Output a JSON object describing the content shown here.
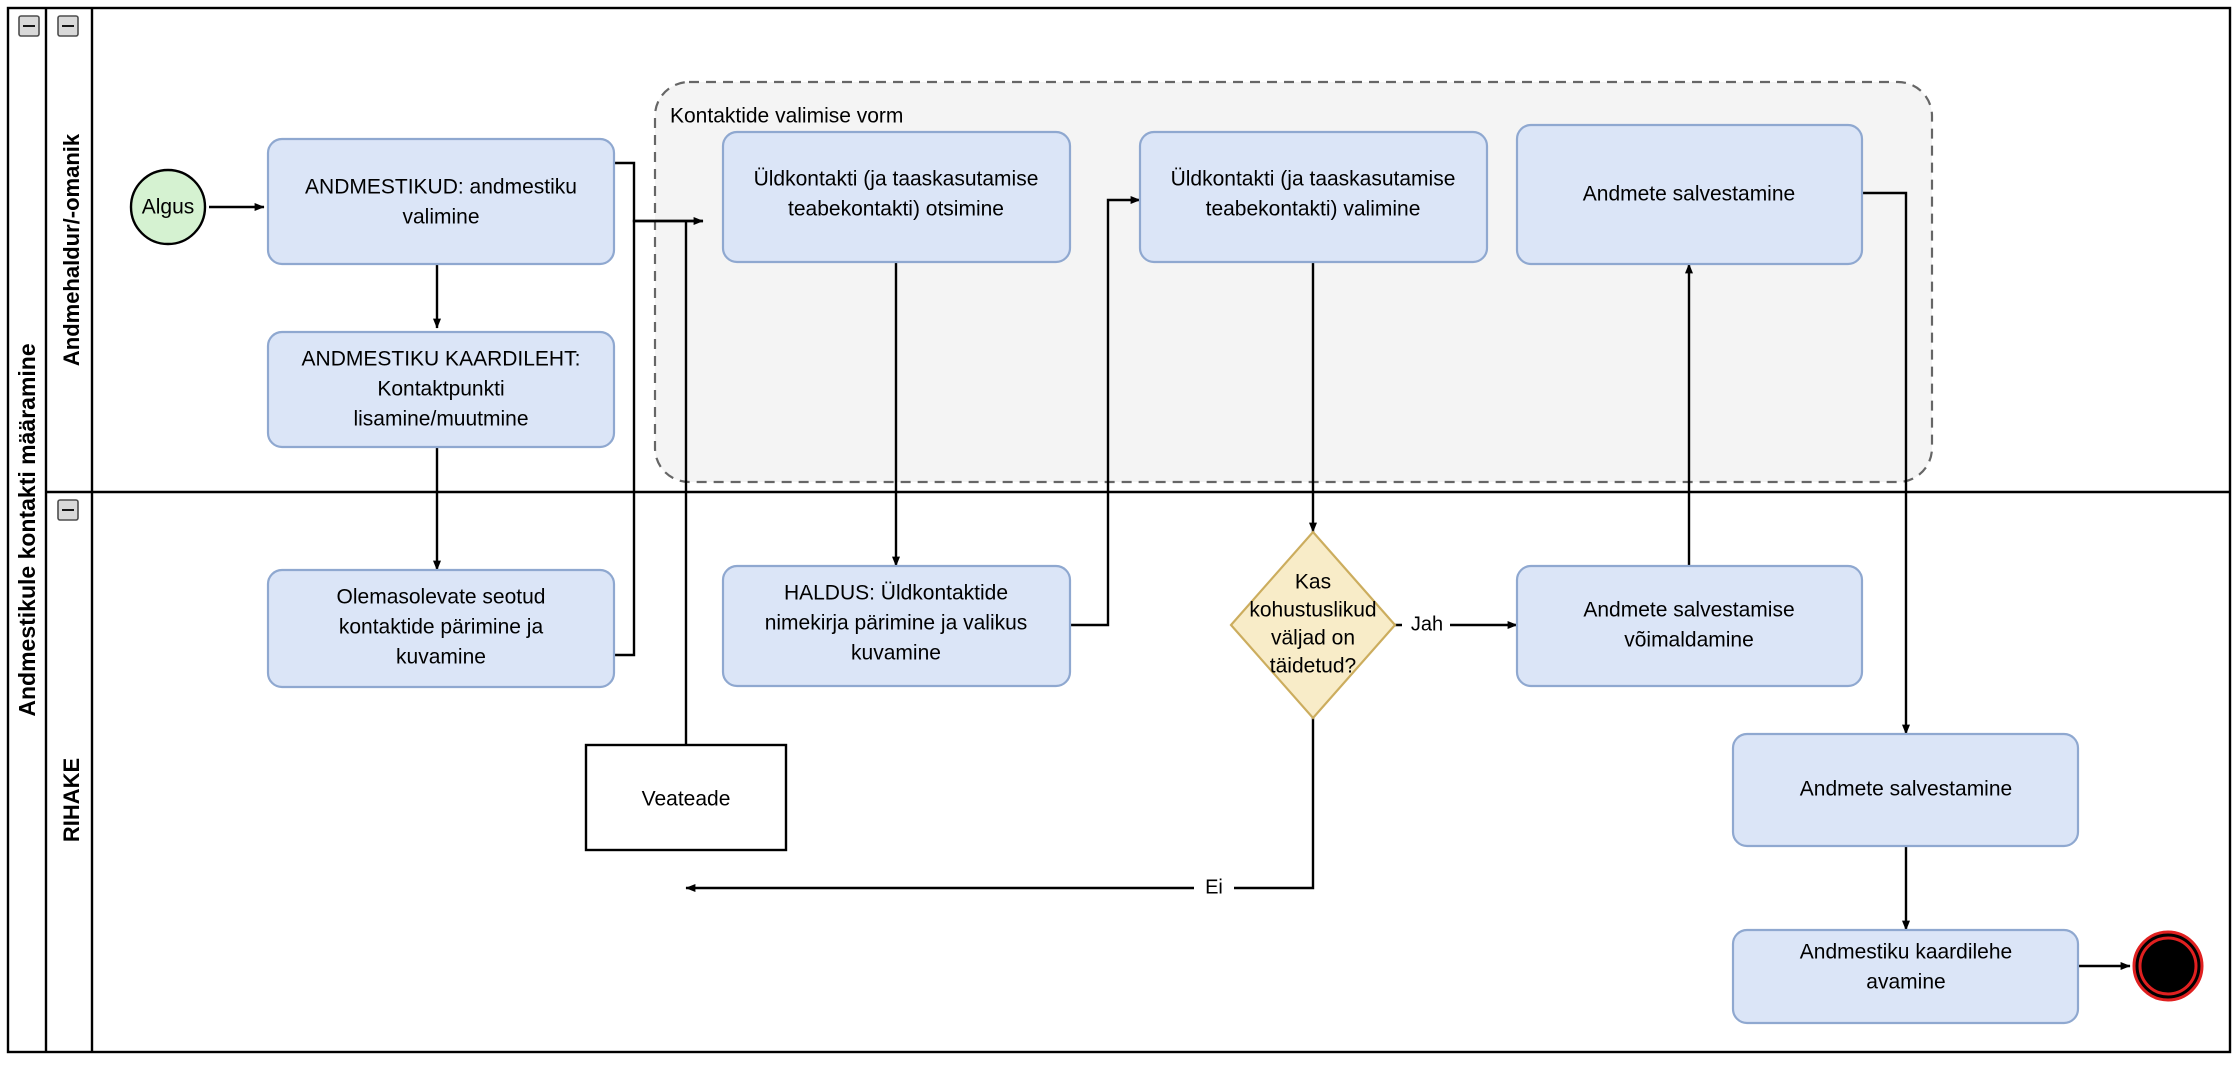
{
  "diagram": {
    "type": "bpmn-flowchart",
    "pool": {
      "label": "Andmestikule kontakti määramine"
    },
    "lanes": [
      {
        "id": "lane-andmehaldur",
        "label": "Andmehaldur/-omanik",
        "collapse_icon": "minus-icon"
      },
      {
        "id": "lane-rihake",
        "label": "RIHAKE",
        "collapse_icon": "minus-icon"
      }
    ],
    "group": {
      "label": "Kontaktide valimise vorm"
    },
    "events": [
      {
        "id": "start",
        "label": "Algus",
        "kind": "start-event"
      },
      {
        "id": "end",
        "label": "",
        "kind": "end-event"
      }
    ],
    "nodes": [
      {
        "id": "n1",
        "label": "ANDMESTIKUD: andmestiku valimine",
        "kind": "task",
        "lane": "lane-andmehaldur"
      },
      {
        "id": "n2",
        "label": "ANDMESTIKU KAARDILEHT: Kontaktpunkti lisamine/muutmine",
        "kind": "task",
        "lane": "lane-andmehaldur"
      },
      {
        "id": "n3",
        "label": "Üldkontakti (ja taaskasutamise teabekontakti) otsimine",
        "kind": "task",
        "lane": "lane-andmehaldur"
      },
      {
        "id": "n4",
        "label": "Üldkontakti (ja taaskasutamise teabekontakti) valimine",
        "kind": "task",
        "lane": "lane-andmehaldur"
      },
      {
        "id": "n5",
        "label": "Andmete salvestamine",
        "kind": "task",
        "lane": "lane-andmehaldur"
      },
      {
        "id": "n6",
        "label": "Olemasolevate seotud kontaktide pärimine ja kuvamine",
        "kind": "task",
        "lane": "lane-rihake"
      },
      {
        "id": "n7",
        "label": "HALDUS: Üldkontaktide nimekirja pärimine ja valikus kuvamine",
        "kind": "task",
        "lane": "lane-rihake"
      },
      {
        "id": "n8",
        "label": "Kas kohustuslikud väljad on täidetud?",
        "kind": "gateway",
        "lane": "lane-rihake"
      },
      {
        "id": "n9",
        "label": "Andmete salvestamise võimaldamine",
        "kind": "task",
        "lane": "lane-rihake"
      },
      {
        "id": "n10",
        "label": "Veateade",
        "kind": "plain",
        "lane": "lane-rihake"
      },
      {
        "id": "n11",
        "label": "Andmete salvestamine",
        "kind": "task",
        "lane": "lane-rihake"
      },
      {
        "id": "n12",
        "label": "Andmestiku kaardilehe avamine",
        "kind": "task",
        "lane": "lane-rihake"
      }
    ],
    "edge_labels": [
      {
        "id": "edge-yes",
        "label": "Jah"
      },
      {
        "id": "edge-no",
        "label": "Ei"
      }
    ],
    "text_lines": {
      "n1": [
        "ANDMESTIKUD: andmestiku",
        "valimine"
      ],
      "n2": [
        "ANDMESTIKU KAARDILEHT:",
        "Kontaktpunkti",
        "lisamine/muutmine"
      ],
      "n3": [
        "Üldkontakti (ja taaskasutamise",
        "teabekontakti) otsimine"
      ],
      "n4": [
        "Üldkontakti (ja taaskasutamise",
        "teabekontakti) valimine"
      ],
      "n5": [
        "Andmete salvestamine"
      ],
      "n6": [
        "Olemasolevate seotud",
        "kontaktide pärimine ja",
        "kuvamine"
      ],
      "n7": [
        "HALDUS: Üldkontaktide",
        "nimekirja pärimine ja valikus",
        "kuvamine"
      ],
      "n8": [
        "Kas",
        "kohustuslikud",
        "väljad on",
        "täidetud?"
      ],
      "n9": [
        "Andmete salvestamise",
        "võimaldamine"
      ],
      "n10": [
        "Veateade"
      ],
      "n11": [
        "Andmete salvestamine"
      ],
      "n12": [
        "Andmestiku kaardilehe",
        "avamine"
      ]
    },
    "colors": {
      "task_fill": "#dbe5f7",
      "task_stroke": "#8fa8d0",
      "gateway_fill": "#f8ecc8",
      "gateway_stroke": "#ccad5e",
      "start_fill": "#d5f2d1",
      "end_stroke": "#e02020",
      "group_fill": "#f4f4f4",
      "group_stroke": "#666666",
      "line": "#000000"
    }
  }
}
